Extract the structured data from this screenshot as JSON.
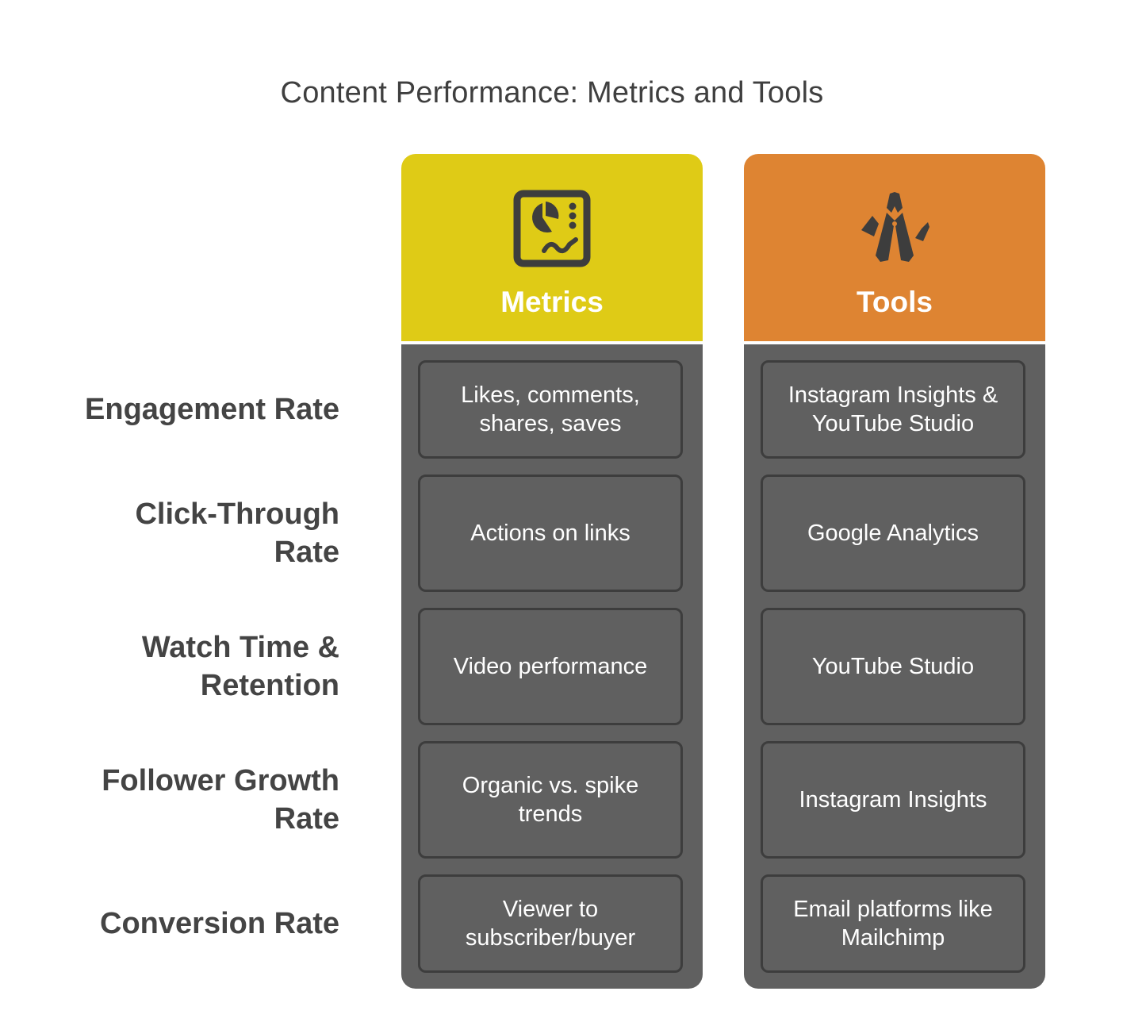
{
  "title": "Content Performance: Metrics and Tools",
  "colors": {
    "metrics": "#dfcb16",
    "tools": "#de8432",
    "body": "#606060",
    "border": "#3d3d3d"
  },
  "columns": [
    {
      "label": "Metrics",
      "icon": "dashboard-chart-icon"
    },
    {
      "label": "Tools",
      "icon": "multitool-icon"
    }
  ],
  "rows": [
    {
      "label": "Engagement Rate",
      "metric": "Likes, comments, shares, saves",
      "tool": "Instagram Insights & YouTube Studio"
    },
    {
      "label": "Click-Through Rate",
      "metric": "Actions on links",
      "tool": "Google Analytics"
    },
    {
      "label": "Watch Time & Retention",
      "metric": "Video performance",
      "tool": "YouTube Studio"
    },
    {
      "label": "Follower Growth Rate",
      "metric": "Organic vs. spike trends",
      "tool": "Instagram Insights"
    },
    {
      "label": "Conversion Rate",
      "metric": "Viewer to subscriber/buyer",
      "tool": "Email platforms like Mailchimp"
    }
  ]
}
